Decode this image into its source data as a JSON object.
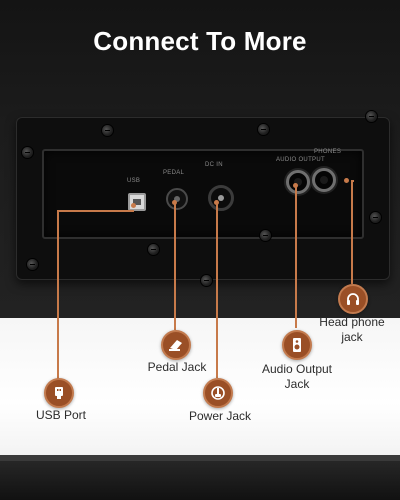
{
  "title": "Connect To More",
  "panel": {
    "port_labels": {
      "usb": "USB",
      "pedal": "PEDAL",
      "dc_in": "DC IN",
      "output": "AUDIO OUTPUT",
      "phones": "PHONES"
    }
  },
  "callouts": [
    {
      "id": "usb",
      "label": "USB Port",
      "icon": "usb-icon"
    },
    {
      "id": "pedal",
      "label": "Pedal Jack",
      "icon": "pedal-icon"
    },
    {
      "id": "power",
      "label": "Power Jack",
      "icon": "power-icon"
    },
    {
      "id": "audio",
      "label_line1": "Audio Output",
      "label_line2": "Jack",
      "icon": "speaker-icon"
    },
    {
      "id": "headphone",
      "label_line1": "Head phone",
      "label_line2": "jack",
      "icon": "headphone-icon"
    }
  ],
  "colors": {
    "accent": "#9a4f26",
    "leader": "#c77a4a",
    "title": "#ffffff",
    "label": "#2c2c2c"
  }
}
